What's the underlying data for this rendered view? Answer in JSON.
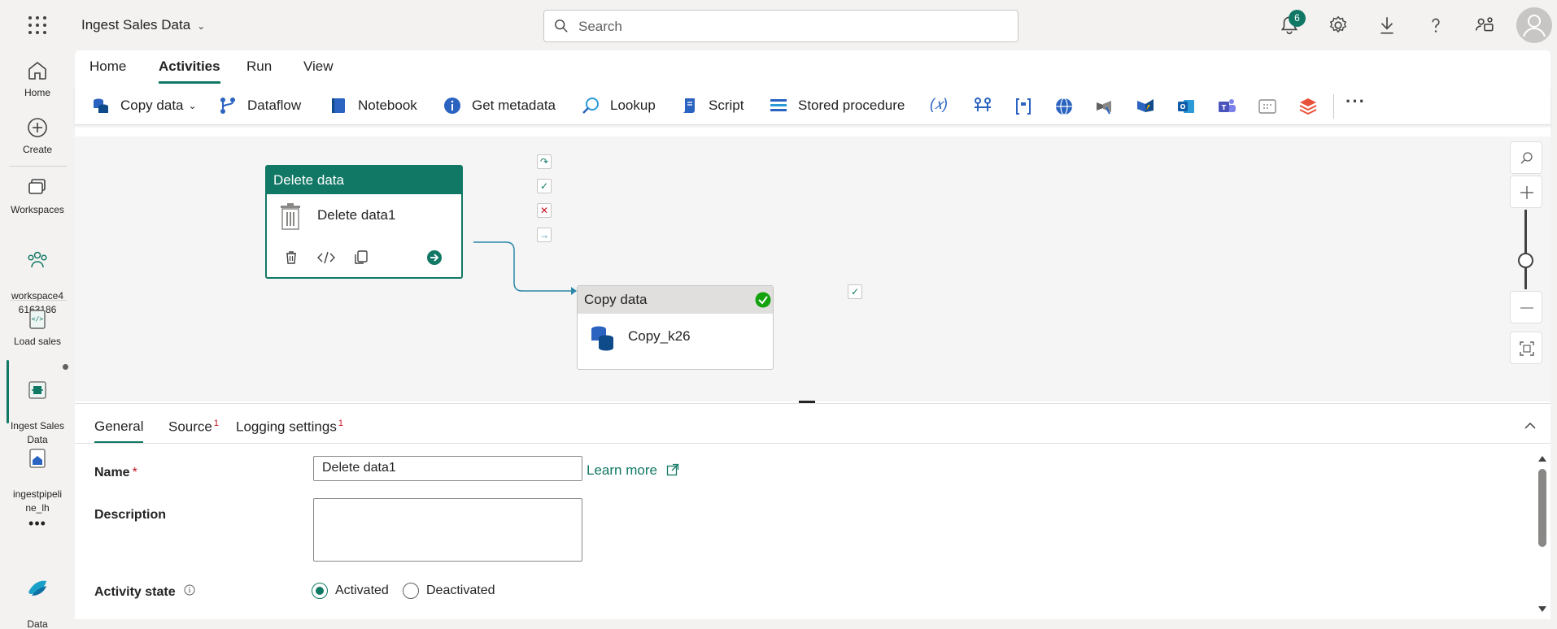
{
  "header": {
    "app_title": "Ingest Sales Data",
    "search_placeholder": "Search",
    "notification_count": "6"
  },
  "rail": {
    "items": [
      {
        "label": "Home",
        "icon": "home-icon"
      },
      {
        "label": "Create",
        "icon": "create-icon"
      },
      {
        "label": "Workspaces",
        "icon": "workspaces-icon"
      },
      {
        "label": "workspace4\n6163186",
        "icon": "workspace-icon"
      },
      {
        "label": "Load sales",
        "icon": "notebook-icon"
      },
      {
        "label": "Ingest Sales\nData",
        "icon": "pipeline-icon"
      },
      {
        "label": "ingestpipeli\nne_lh",
        "icon": "lakehouse-icon"
      },
      {
        "label": "Data\nEngineering",
        "icon": "data-engineering-icon"
      }
    ],
    "more": "•••"
  },
  "menu": {
    "tabs": [
      "Home",
      "Activities",
      "Run",
      "View"
    ],
    "active": "Activities"
  },
  "toolbar": {
    "items": [
      "Copy data",
      "Dataflow",
      "Notebook",
      "Get metadata",
      "Lookup",
      "Script",
      "Stored procedure"
    ],
    "variable_glyph": "(𝑥)",
    "more": "···"
  },
  "canvas": {
    "node1": {
      "header": "Delete data",
      "name": "Delete data1"
    },
    "node2": {
      "header": "Copy data",
      "name": "Copy_k26"
    }
  },
  "properties": {
    "tabs": [
      {
        "label": "General",
        "badge": ""
      },
      {
        "label": "Source",
        "badge": "1"
      },
      {
        "label": "Logging settings",
        "badge": "1"
      }
    ],
    "name_label": "Name",
    "name_required": "*",
    "name_value": "Delete data1",
    "learn_more": "Learn more",
    "description_label": "Description",
    "activity_state_label": "Activity state",
    "state_options": [
      "Activated",
      "Deactivated"
    ],
    "state_selected": "Activated"
  },
  "colors": {
    "accent": "#117865",
    "error": "#c50f1f",
    "link": "#117865"
  }
}
